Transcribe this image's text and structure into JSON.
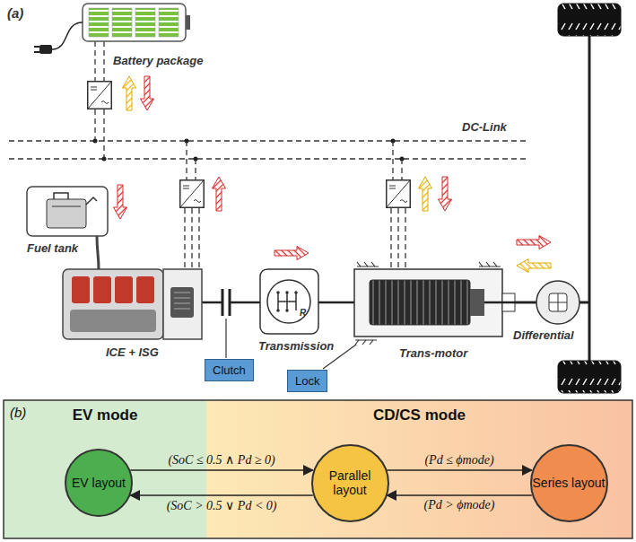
{
  "diagram": {
    "nodes": [
      {
        "text": [
          "Clutch"
        ]
      },
      {
        "text": [
          "Lock"
        ]
      },
      {
        "text": [
          "(b)"
        ]
      },
      {
        "text": [
          "EV mode"
        ],
        "in": 2
      },
      {
        "text": [
          "CD/CS mode"
        ],
        "in": 2
      },
      {
        "text": [
          "EV layout"
        ],
        "in": 3
      },
      {
        "text": [
          "Parallel layout"
        ],
        "in": 4
      },
      {
        "text": [
          "Series layout"
        ],
        "in": 4
      }
    ],
    "edges": [
      {
        "from": 5,
        "to": 6,
        "arrow": "to",
        "label": "(SoC ≤ 0.5 ∧ Pd ≥ 0)"
      },
      {
        "from": 6,
        "to": 5,
        "arrow": "to",
        "label": "(SoC > 0.5 ∨ Pd < 0)"
      },
      {
        "from": 6,
        "to": 7,
        "arrow": "to",
        "label": "(Pd ≤ ϕmode)"
      },
      {
        "from": 7,
        "to": 6,
        "arrow": "to",
        "label": "(Pd > ϕmode)"
      }
    ],
    "labels": [
      "(a)",
      "Battery package",
      "DC-Link",
      "Fuel tank",
      "ICE + ISG",
      "Transmission",
      "R",
      "Trans-motor",
      "Differential"
    ]
  }
}
